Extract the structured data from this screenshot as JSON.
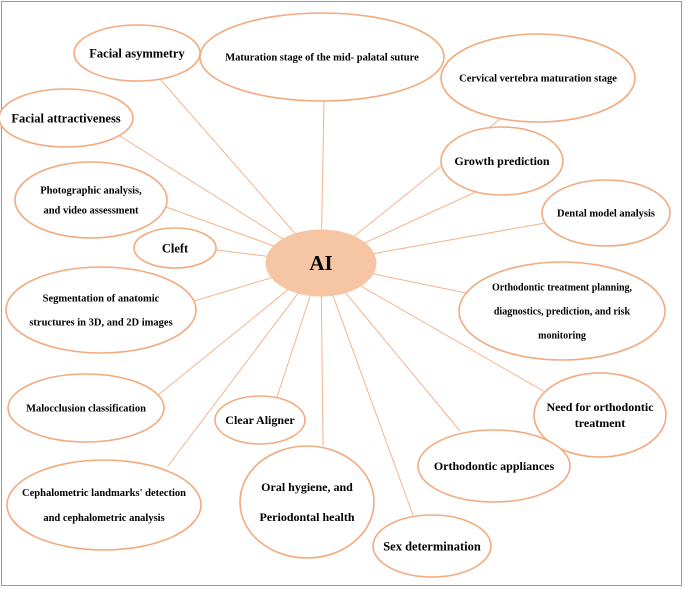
{
  "colors": {
    "ellipse_stroke": "#f2aa7e",
    "connector": "#f4b48c",
    "center_fill": "#f6c6a4",
    "frame": "#9a9a9a",
    "text": "#000000"
  },
  "center": {
    "label": "AI"
  },
  "nodes": [
    {
      "id": "facial-asymmetry",
      "lines": [
        "Facial asymmetry"
      ]
    },
    {
      "id": "mid-palatal-suture",
      "lines": [
        "Maturation stage of the mid- palatal suture"
      ]
    },
    {
      "id": "cervical-vertebra",
      "lines": [
        "Cervical vertebra maturation stage"
      ]
    },
    {
      "id": "facial-attractiveness",
      "lines": [
        "Facial attractiveness"
      ]
    },
    {
      "id": "growth-prediction",
      "lines": [
        "Growth prediction"
      ]
    },
    {
      "id": "photographic-analysis",
      "lines": [
        "Photographic analysis,",
        "and video assessment"
      ]
    },
    {
      "id": "dental-model",
      "lines": [
        "Dental model analysis"
      ]
    },
    {
      "id": "cleft",
      "lines": [
        "Cleft"
      ]
    },
    {
      "id": "segmentation",
      "lines": [
        "Segmentation of anatomic",
        "structures in 3D, and 2D images"
      ]
    },
    {
      "id": "treatment-planning",
      "lines": [
        "Orthodontic treatment planning,",
        "diagnostics, prediction, and risk",
        "monitoring"
      ]
    },
    {
      "id": "malocclusion",
      "lines": [
        "Malocclusion classification"
      ]
    },
    {
      "id": "clear-aligner",
      "lines": [
        "Clear Aligner"
      ]
    },
    {
      "id": "need-for-treatment",
      "lines": [
        "Need for orthodontic",
        "treatment"
      ]
    },
    {
      "id": "orthodontic-appliances",
      "lines": [
        "Orthodontic appliances"
      ]
    },
    {
      "id": "oral-hygiene",
      "lines": [
        "Oral hygiene, and",
        "Periodontal health"
      ]
    },
    {
      "id": "cephalometric",
      "lines": [
        "Cephalometric landmarks' detection",
        "and cephalometric analysis"
      ]
    },
    {
      "id": "sex-determination",
      "lines": [
        "Sex determination"
      ]
    }
  ]
}
